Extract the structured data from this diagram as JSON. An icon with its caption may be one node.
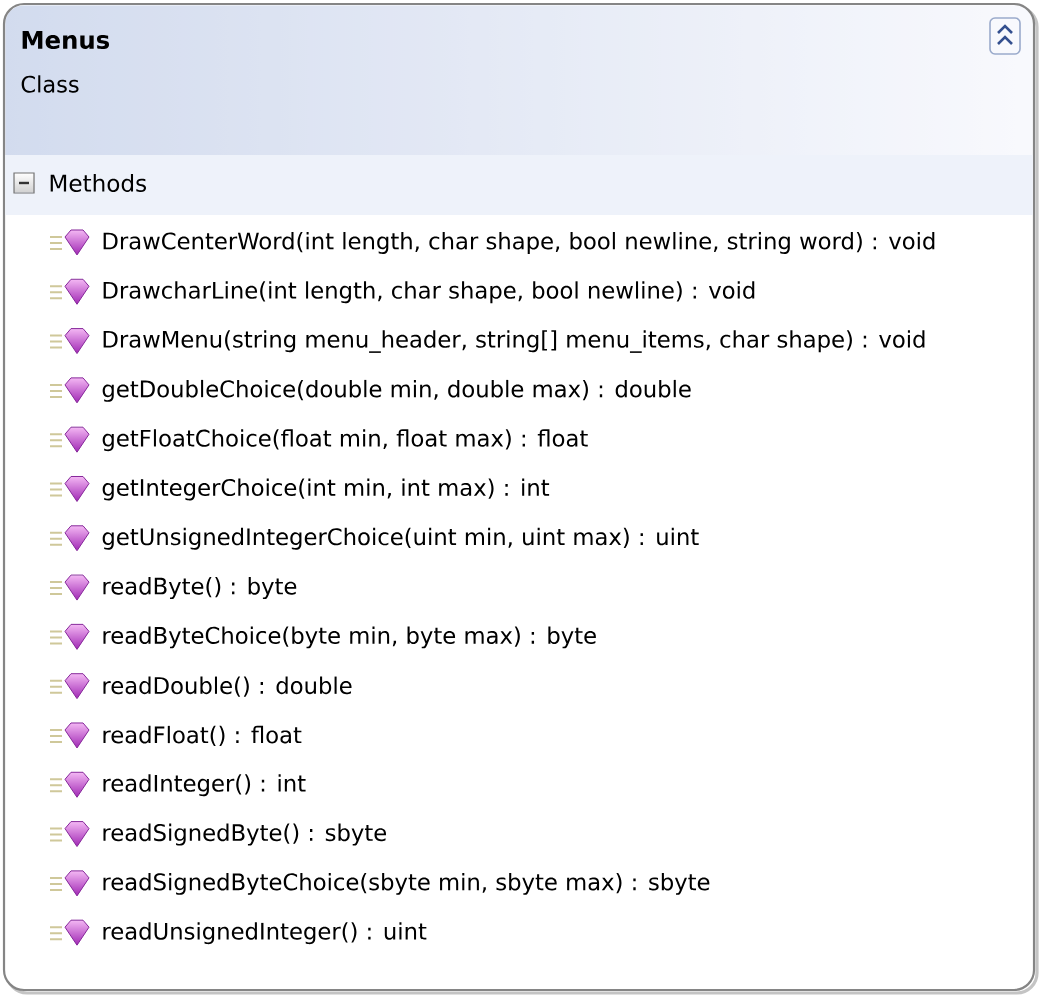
{
  "diagram": {
    "nodes": [
      {
        "text": [
          "Menus",
          "Class"
        ]
      },
      {
        "text": [
          "Methods"
        ],
        "in": 0
      }
    ],
    "labels": [
      "DrawCenterWord(int length, char shape, bool newline, string word) : void",
      "DrawcharLine(int length, char shape, bool newline) : void",
      "DrawMenu(string menu_header, string[] menu_items, char shape) : void",
      "getDoubleChoice(double min, double max) : double",
      "getFloatChoice(float min, float max) : float",
      "getIntegerChoice(int min, int max) : int",
      "getUnsignedIntegerChoice(uint min, uint max) : uint",
      "readByte() : byte",
      "readByteChoice(byte min, byte max) : byte",
      "readDouble() : double",
      "readFloat() : float",
      "readInteger() : int",
      "readSignedByte() : sbyte",
      "readSignedByteChoice(sbyte min, sbyte max) : sbyte",
      "readUnsignedInteger() : uint"
    ]
  }
}
